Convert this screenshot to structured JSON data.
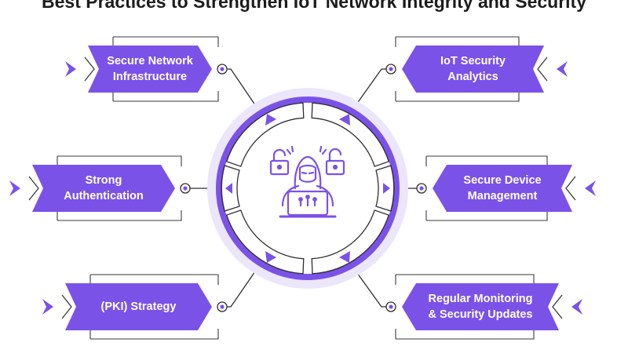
{
  "title": "Best Practices to Strengthen IoT Network Integrity and Security",
  "center": {
    "icon": "hacker-laptop-padlocks-icon"
  },
  "colors": {
    "accent": "#7b52e8",
    "accent_dark": "#6a3fe0",
    "ring_light": "#ece6fb",
    "line": "#2e2e2e"
  },
  "practices": [
    {
      "side": "left",
      "label": "Secure Network\nInfrastructure"
    },
    {
      "side": "left",
      "label": "Strong\nAuthentication"
    },
    {
      "side": "left",
      "label": "(PKI) Strategy"
    },
    {
      "side": "right",
      "label": "IoT Security\nAnalytics"
    },
    {
      "side": "right",
      "label": "Secure Device\nManagement"
    },
    {
      "side": "right",
      "label": "Regular Monitoring\n& Security Updates"
    }
  ]
}
